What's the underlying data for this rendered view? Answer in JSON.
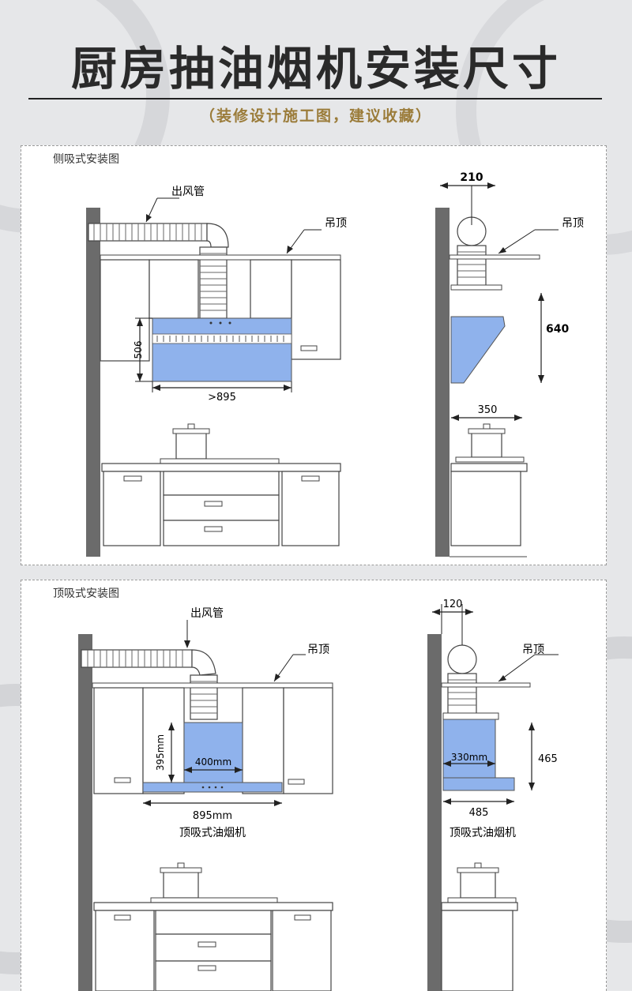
{
  "title": "厨房抽油烟机安装尺寸",
  "subtitle": "（装修设计施工图，建议收藏）",
  "colors": {
    "hood_blue": "#8fb2ec",
    "wall_gray": "#6b6b6b",
    "line": "#333333",
    "accent": "#9b7c3a"
  },
  "side": {
    "label": "侧吸式安装图",
    "front": {
      "duct_label": "出风管",
      "ceiling_label": "吊顶",
      "height": "506",
      "width": ">895"
    },
    "profile": {
      "duct_width": "210",
      "ceiling_label": "吊顶",
      "height": "640",
      "depth": "350"
    }
  },
  "top": {
    "label": "顶吸式安装图",
    "front": {
      "duct_label": "出风管",
      "ceiling_label": "吊顶",
      "height": "395mm",
      "inner_width": "400mm",
      "width": "895mm",
      "caption": "顶吸式油烟机"
    },
    "profile": {
      "duct_width": "120",
      "ceiling_label": "吊顶",
      "inner_width": "330mm",
      "height": "465",
      "depth": "485",
      "caption": "顶吸式油烟机"
    }
  }
}
